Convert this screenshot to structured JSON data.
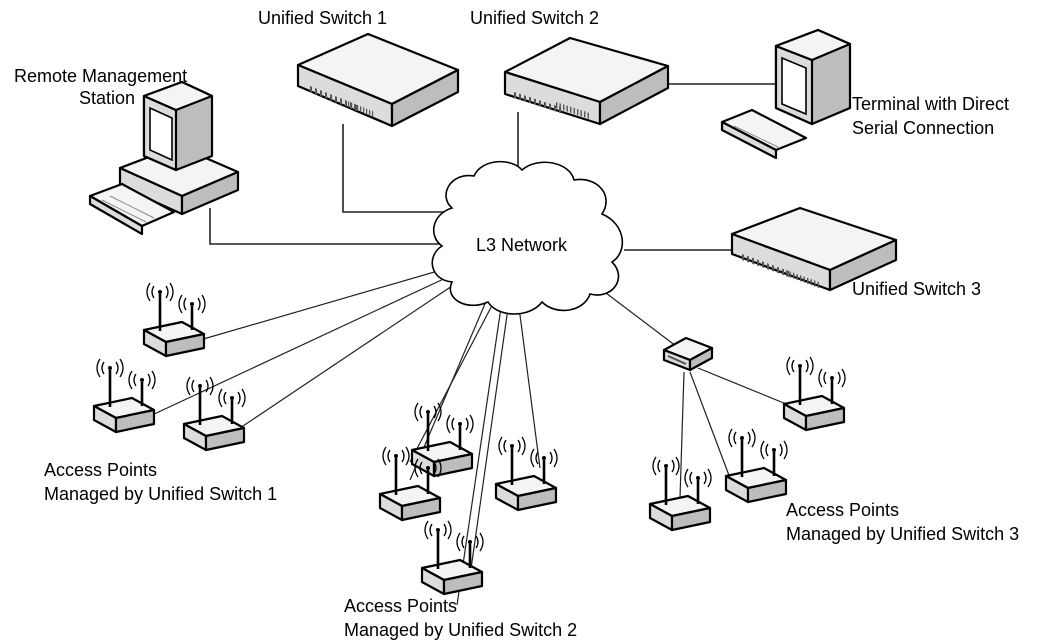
{
  "labels": {
    "unified_switch_1": "Unified Switch 1",
    "unified_switch_2": "Unified Switch 2",
    "unified_switch_3": "Unified Switch 3",
    "remote_station_line1": "Remote Management",
    "remote_station_line2": "Station",
    "terminal_line1": "Terminal with Direct",
    "terminal_line2": "Serial Connection",
    "network": "L3 Network",
    "ap_group1_line1": "Access Points",
    "ap_group1_line2": "Managed by Unified Switch 1",
    "ap_group2_line1": "Access Points",
    "ap_group2_line2": "Managed by Unified Switch 2",
    "ap_group3_line1": "Access Points",
    "ap_group3_line2": "Managed by Unified Switch 3"
  },
  "icons": {
    "switch": "network-switch-icon",
    "computer": "computer-icon",
    "access_point": "wireless-access-point-icon",
    "hub": "ethernet-hub-icon",
    "cloud": "network-cloud-icon"
  }
}
